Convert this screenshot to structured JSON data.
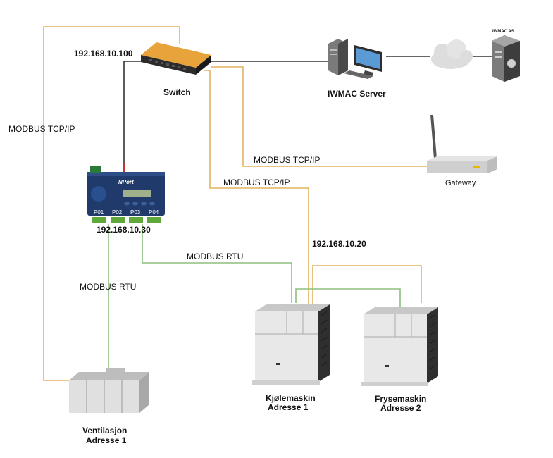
{
  "colors": {
    "tcp_line": "#e3b25e",
    "rtu_line": "#8cbf7b",
    "ethernet_line": "#333333",
    "red_line": "#c0392b"
  },
  "devices": {
    "switch": {
      "ip": "192.168.10.100",
      "label": "Switch"
    },
    "server": {
      "label": "IWMAC Server"
    },
    "cloud_server": {
      "label": "IWMAC AS"
    },
    "gateway": {
      "label": "Gateway"
    },
    "nport": {
      "ip": "192.168.10.30",
      "brand": "NPort",
      "ports": [
        "P01",
        "P02",
        "P03",
        "P04"
      ]
    },
    "chiller1": {
      "ip": "192.168.10.20",
      "name": "Kjølemaskin",
      "address": "Adresse 1"
    },
    "chiller2": {
      "name": "Frysemaskin",
      "address": "Adresse 2"
    },
    "ventilation": {
      "name": "Ventilasjon",
      "address": "Adresse 1"
    }
  },
  "links": {
    "modbus_tcp_left": "MODBUS TCP/IP",
    "modbus_tcp_gateway": "MODBUS TCP/IP",
    "modbus_tcp_mid": "MODBUS TCP/IP",
    "modbus_rtu_right": "MODBUS RTU",
    "modbus_rtu_left": "MODBUS RTU"
  }
}
